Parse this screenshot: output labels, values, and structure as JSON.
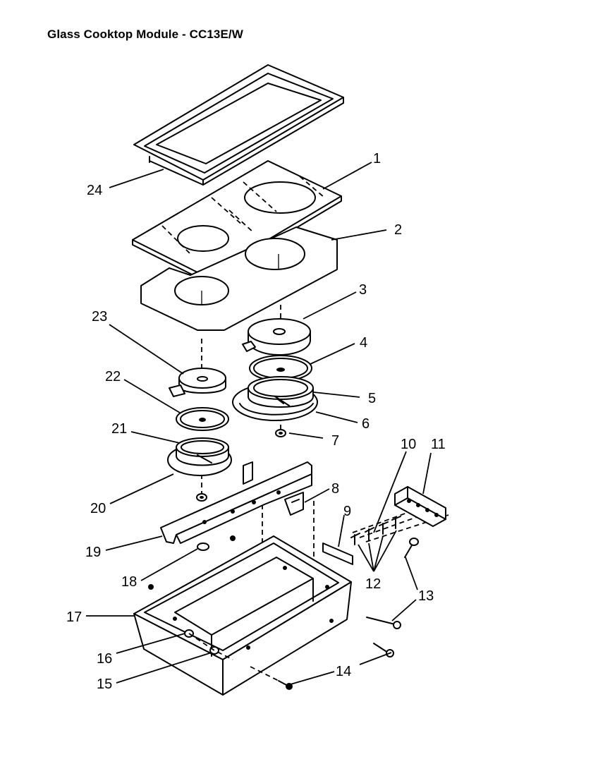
{
  "title": "Glass Cooktop Module - CC13E/W",
  "callouts": [
    "1",
    "2",
    "3",
    "4",
    "5",
    "6",
    "7",
    "8",
    "9",
    "10",
    "11",
    "12",
    "13",
    "14",
    "15",
    "16",
    "17",
    "18",
    "19",
    "20",
    "21",
    "22",
    "23",
    "24"
  ]
}
